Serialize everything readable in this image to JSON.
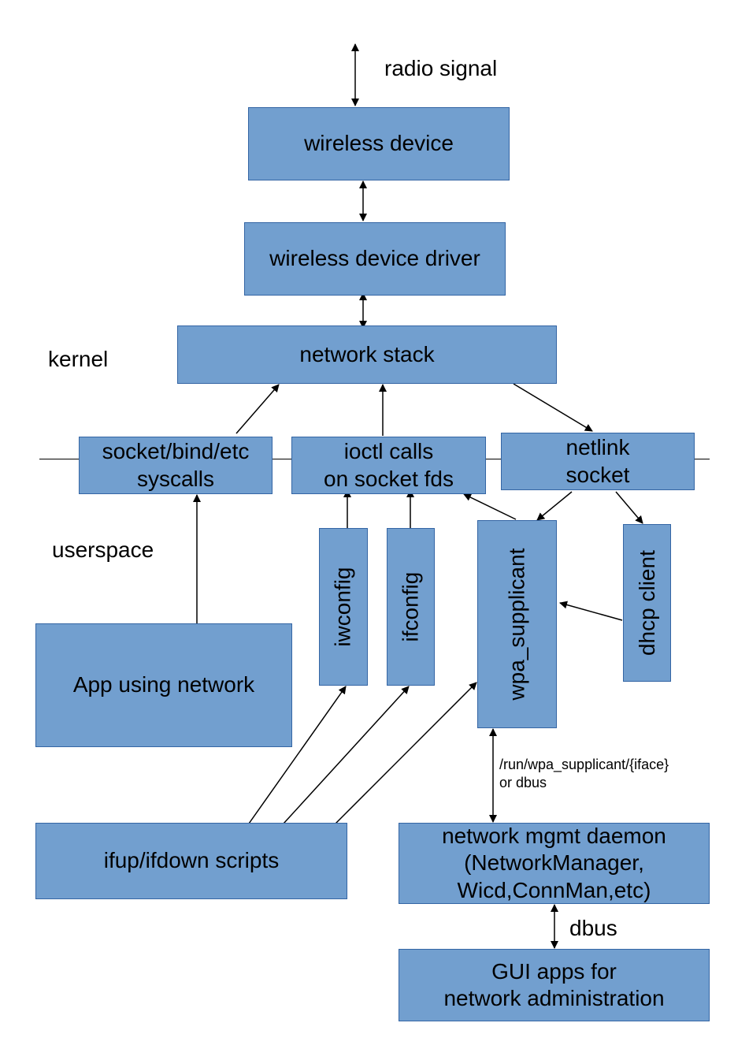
{
  "labels": {
    "radio_signal": "radio signal",
    "kernel": "kernel",
    "userspace": "userspace",
    "wpa_path": "/run/wpa_supplicant/{iface}\nor dbus",
    "dbus": "dbus"
  },
  "boxes": {
    "wireless_device": "wireless device",
    "wireless_device_driver": "wireless device driver",
    "network_stack": "network stack",
    "socket_syscalls": "socket/bind/etc\nsyscalls",
    "ioctl_calls": "ioctl calls\non socket fds",
    "netlink_socket": "netlink\nsocket",
    "iwconfig": "iwconfig",
    "ifconfig": "ifconfig",
    "wpa_supplicant": "wpa_supplicant",
    "dhcp_client": "dhcp client",
    "app_using_network": "App using network",
    "ifup_scripts": "ifup/ifdown scripts",
    "network_mgmt_daemon": "network mgmt daemon\n(NetworkManager,\nWicd,ConnMan,etc)",
    "gui_apps": "GUI apps for\nnetwork administration"
  },
  "colors": {
    "box_fill": "#729fcf",
    "box_border": "#3465a4",
    "line": "#000000"
  }
}
